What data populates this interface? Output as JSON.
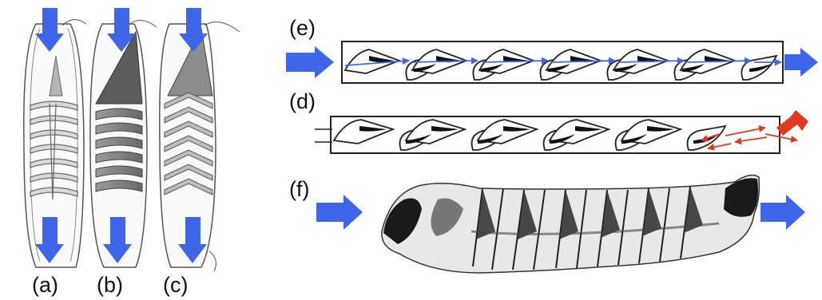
{
  "figure": {
    "panel_labels": {
      "a": "(a)",
      "b": "(b)",
      "c": "(c)",
      "d": "(d)",
      "e": "(e)",
      "f": "(f)"
    },
    "colors": {
      "flow_arrow": "#3f66e8",
      "reverse_flow": "#e03a1e",
      "outline": "#222222",
      "sketch": "#8a8a8a"
    },
    "icons": {
      "flow_arrow": "blue-block-arrow-icon",
      "reverse_arrow": "red-block-arrow-icon"
    }
  }
}
